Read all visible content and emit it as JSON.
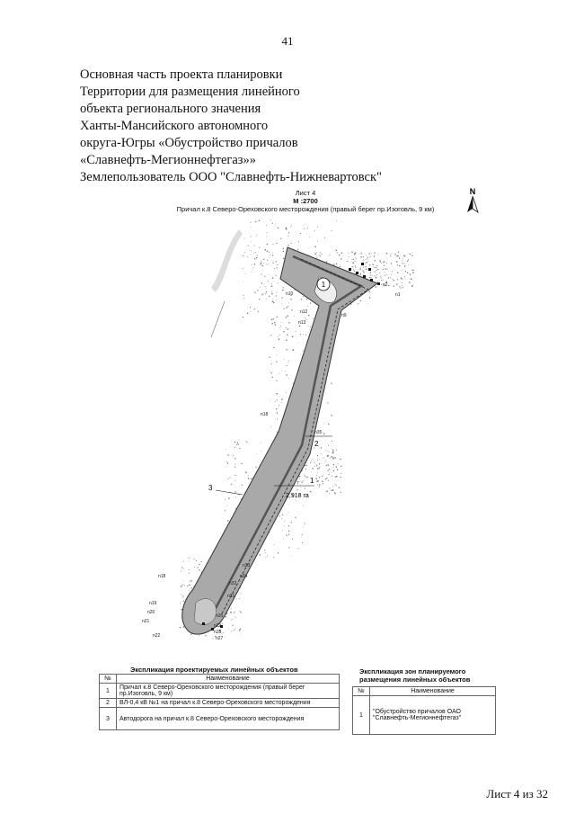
{
  "page_number": "41",
  "header_lines": [
    "Основная часть проекта планировки",
    "Территории для размещения линейного",
    "объекта регионального значения",
    "Ханты-Мансийского автономного",
    "округа-Югры «Обустройство причалов",
    "«Славнефть-Мегионнефтегаз»»",
    "Землепользователь ООО \"Славнефть-Нижневартовск\""
  ],
  "sheet": {
    "title": "Лист 4",
    "scale": "М :2700",
    "subtitle": "Причал к.8 Северо-Ореховского месторождения (правый берег пр.Изоговль, 9 км)"
  },
  "map": {
    "north_label": "N",
    "zone_number": "1",
    "zone_area": "2,918 га",
    "callout_1": "1",
    "callout_2": "2",
    "callout_3": "3",
    "point_labels": {
      "n1": "n1",
      "n2": "n2",
      "n9": "n9",
      "n10": "n10",
      "n12": "n12",
      "n13": "n13",
      "n18": "n18",
      "n19": "n19",
      "n20": "n20",
      "n21": "n21",
      "n22": "n22",
      "n26": "n26",
      "n27": "n27",
      "n28": "n28",
      "n29": "n29",
      "n31": "n31",
      "n32": "n32",
      "n33": "n33",
      "n34": "n34",
      "n35": "n35"
    }
  },
  "table1": {
    "title": "Экспликация проектируемых линейных объектов",
    "col_num": "№",
    "col_name": "Наименование",
    "rows": [
      {
        "num": "1",
        "name": "Причал к.8 Северо-Ореховского месторождения (правый берег пр.Изоговль, 9 км)"
      },
      {
        "num": "2",
        "name": "ВЛ-0,4 кВ №1 на причал к.8 Северо-Ореховского месторождения"
      },
      {
        "num": "3",
        "name": "Автодорога на причал к.8 Северо-Ореховского месторождения"
      }
    ]
  },
  "table2": {
    "title": "Экспликация зон планируемого размещения линейных объектов",
    "col_num": "№",
    "col_name": "Наименование",
    "rows": [
      {
        "num": "1",
        "name": "\"Обустройство причалов ОАО \"Славнефть-Мегионнефтегаз\""
      }
    ]
  },
  "footer": "Лист 4 из 32"
}
